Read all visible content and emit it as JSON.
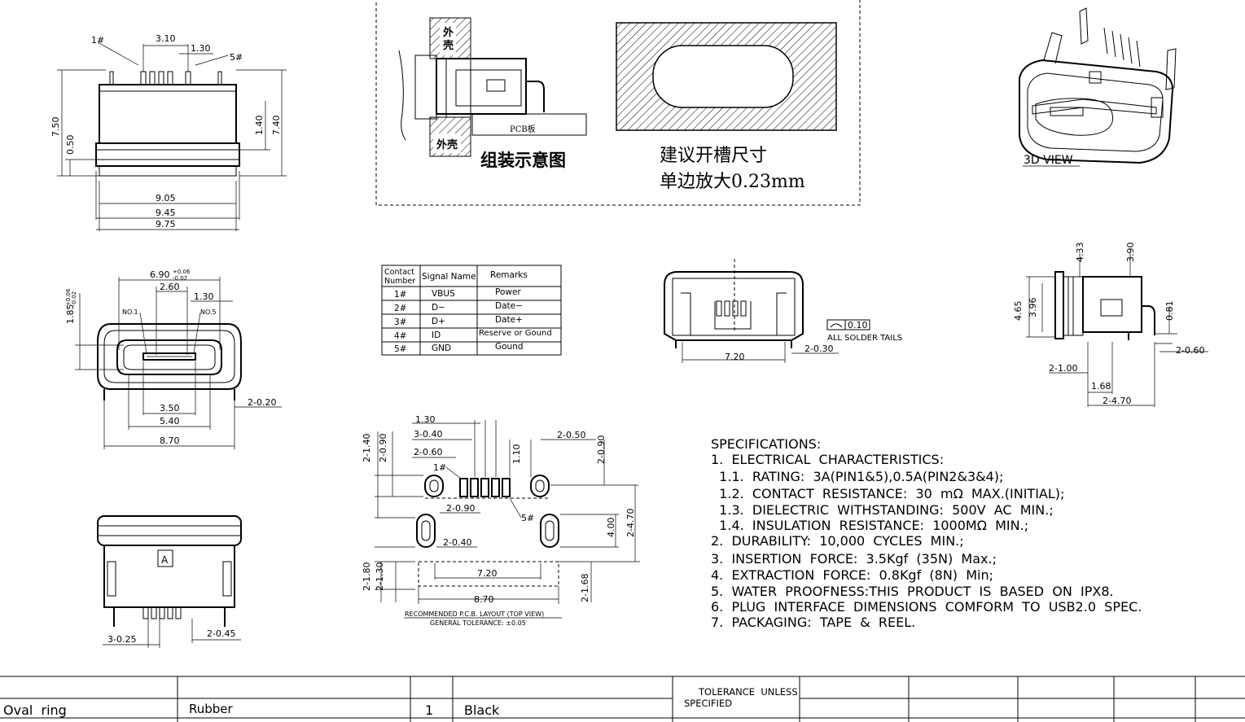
{
  "top_view": {
    "pin1": "1#",
    "pin5": "5#",
    "d310": "3.10",
    "d130": "1.30",
    "d750": "7.50",
    "d050": "0.50",
    "d140": "1.40",
    "d740": "7.40",
    "d905": "9.05",
    "d945": "9.45",
    "d975": "9.75"
  },
  "front_view": {
    "d690": "6.90",
    "d690_tol_up": "+0.06",
    "d690_tol_dn": "-0.02",
    "d260": "2.60",
    "d130": "1.30",
    "d185": "1.85",
    "d185_tol_up": "+0.06",
    "d185_tol_dn": "-0.02",
    "no1": "NO.1",
    "no5": "NO.5",
    "d350": "3.50",
    "d540": "5.40",
    "d870": "8.70",
    "d2_020": "2-0.20"
  },
  "bottom_view": {
    "d3_025": "3-0.25",
    "d2_045": "2-0.45",
    "mark": "A"
  },
  "assembly": {
    "shell_top": "外壳",
    "shell_bottom": "外壳",
    "pcb": "PCB板",
    "caption": "组装示意图",
    "slot_line1": "建议开槽尺寸",
    "slot_line2": "单边放大0.23mm"
  },
  "view3d": {
    "label": "3D  VIEW"
  },
  "pin_table": {
    "headers": [
      "Contact Number",
      "Signal Name",
      "Remarks"
    ],
    "rows": [
      [
        "1#",
        "VBUS",
        "Power"
      ],
      [
        "2#",
        "D−",
        "Date−"
      ],
      [
        "3#",
        "D+",
        "Date+"
      ],
      [
        "4#",
        "ID",
        "Reserve  or  Gound"
      ],
      [
        "5#",
        "GND",
        "Gound"
      ]
    ]
  },
  "side_front": {
    "d720": "7.20",
    "d2_030": "2-0.30",
    "flatness": "0.10",
    "note": "ALL  SOLDER  TAILS"
  },
  "side_view": {
    "d433": "4.33",
    "d390": "3.90",
    "d465": "4.65",
    "d396": "3.96",
    "d081": "0.81",
    "d2_060": "2-0.60",
    "d2_100": "2-1.00",
    "d168": "1.68",
    "d2_470": "2-4.70"
  },
  "pcb_layout": {
    "d130": "1.30",
    "d3_040": "3-0.40",
    "d2_060a": "2-0.60",
    "d2_140": "2-1.40",
    "d2_090l": "2-0.90",
    "d110": "1.10",
    "d2_050": "2-0.50",
    "d2_090r": "2-0.90",
    "pin1": "1#",
    "pin5": "5#",
    "d2_090c": "2-0.90",
    "d2_040": "2-0.40",
    "d400": "4.00",
    "d2_470": "2-4.70",
    "d2_180": "2-1.80",
    "d2_130": "2-1.30",
    "d720": "7.20",
    "d870": "8.70",
    "d2_168": "2-1.68",
    "caption": "RECOMMENDED  P.C.B.  LAYOUT  (TOP  VIEW)",
    "tolerance": "GENERAL  TOLERANCE:  ±0.05"
  },
  "specs": {
    "heading": "SPECIFICATIONS:",
    "lines": [
      "1.  ELECTRICAL  CHARACTERISTICS:",
      "  1.1.  RATING:  3A(PIN1&5),0.5A(PIN2&3&4);",
      "  1.2.  CONTACT  RESISTANCE:  30  mΩ  MAX.(INITIAL);",
      "  1.3.  DIELECTRIC  WITHSTANDING:  500V  AC  MIN.;",
      "  1.4.  INSULATION  RESISTANCE:  1000MΩ  MIN.;",
      "2.  DURABILITY:  10,000  CYCLES  MIN.;",
      "3.  INSERTION  FORCE:  3.5Kgf  (35N)  Max.;",
      "4.  EXTRACTION  FORCE:  0.8Kgf  (8N)  Min;",
      "5.  WATER  PROOFNESS:THIS  PRODUCT  IS  BASED  ON  IPX8.",
      "6.  PLUG  INTERFACE  DIMENSIONS  COMFORM  TO  USB2.0  SPEC.",
      "7.  PACKAGING:  TAPE  &  REEL."
    ]
  },
  "bom": {
    "part": "Oval  ring",
    "material": "Rubber",
    "qty": "1",
    "color": "Black",
    "tolerance_line1": "TOLERANCE  UNLESS",
    "tolerance_line2": "SPECIFIED"
  }
}
